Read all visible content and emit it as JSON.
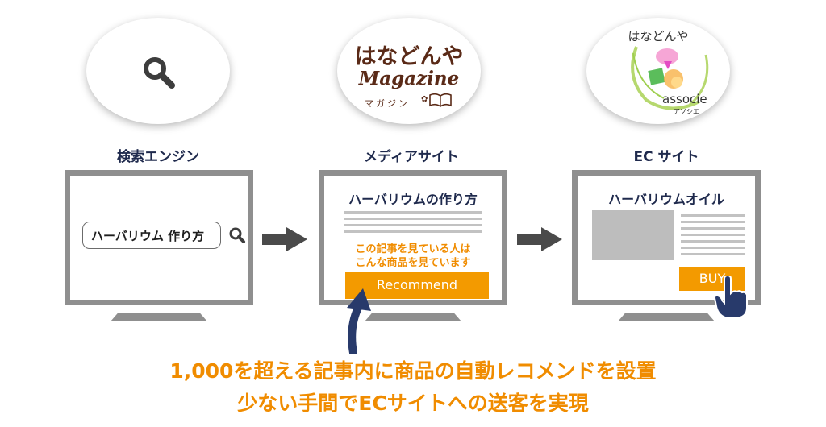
{
  "sites": {
    "search": {
      "label": "検索エンジン",
      "query": "ハーバリウム 作り方"
    },
    "media": {
      "label": "メディアサイト",
      "logo_title": "はなどんや",
      "logo_sub": "Magazine",
      "logo_kana": "マガジン",
      "article_title": "ハーバリウムの作り方",
      "recommend_text_1": "この記事を見ている人は",
      "recommend_text_2": "こんな商品を見ています",
      "recommend_button": "Recommend"
    },
    "ec": {
      "label": "EC サイト",
      "logo_title": "はなどんや",
      "logo_brand": "associe",
      "logo_kana": "アソシエ",
      "product_title": "ハーバリウムオイル",
      "buy_button": "BUY"
    }
  },
  "caption": {
    "line1": "1,000を超える記事内に商品の自動レコメンドを設置",
    "line2": "少ない手間でECサイトへの送客を実現"
  },
  "colors": {
    "navy": "#1f2a4d",
    "orange": "#f39a00",
    "gray": "#8f8f8f"
  }
}
